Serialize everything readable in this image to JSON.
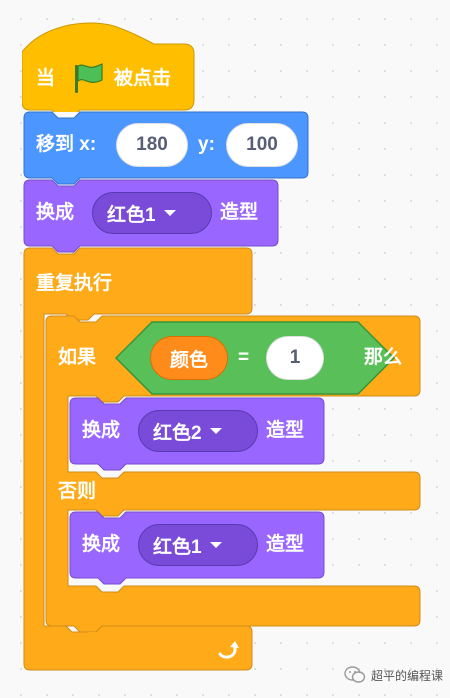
{
  "blocks": {
    "hat": {
      "prefix": "当",
      "suffix": "被点击",
      "icon": "green-flag-icon"
    },
    "goto": {
      "label": "移到 x:",
      "x_value": "180",
      "y_label": "y:",
      "y_value": "100"
    },
    "costume_top": {
      "label": "换成",
      "costume": "红色1",
      "suffix": "造型"
    },
    "forever": {
      "label": "重复执行",
      "loop_icon": "loop-arrow-icon"
    },
    "if_else": {
      "if_label": "如果",
      "then_label": "那么",
      "else_label": "否则"
    },
    "condition": {
      "reporter": "颜色",
      "operator": "=",
      "value": "1"
    },
    "costume_if": {
      "label": "换成",
      "costume": "红色2",
      "suffix": "造型"
    },
    "costume_else": {
      "label": "换成",
      "costume": "红色1",
      "suffix": "造型"
    }
  },
  "watermark": {
    "text": "超平的编程课",
    "icon": "wechat-icon"
  },
  "colors": {
    "events": "#ffbf00",
    "motion": "#4c97ff",
    "looks": "#9966ff",
    "control": "#ffab19",
    "operators": "#59c059",
    "variables": "#ff8c1a"
  }
}
